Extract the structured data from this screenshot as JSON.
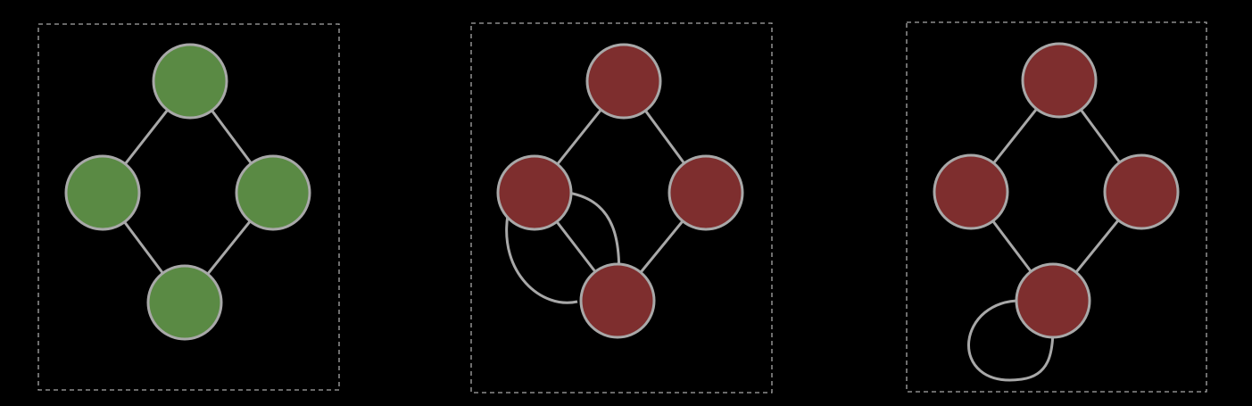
{
  "colors": {
    "background": "#000000",
    "panel_border": "#a8a8a8",
    "edge": "#a8a8a8",
    "node_stroke": "#a8a8a8",
    "valid_fill": "#5a8a44",
    "invalid_fill": "#7e2e2e"
  },
  "panels": [
    {
      "name": "panel-simple-graph",
      "status": "valid",
      "fill": "#5a8a44",
      "nodes": [
        "top",
        "left",
        "right",
        "bottom"
      ],
      "edges": [
        [
          "top",
          "left"
        ],
        [
          "top",
          "right"
        ],
        [
          "left",
          "bottom"
        ],
        [
          "right",
          "bottom"
        ]
      ],
      "extra": "none"
    },
    {
      "name": "panel-multi-edge",
      "status": "invalid",
      "fill": "#7e2e2e",
      "nodes": [
        "top",
        "left",
        "right",
        "bottom"
      ],
      "edges": [
        [
          "top",
          "left"
        ],
        [
          "top",
          "right"
        ],
        [
          "left",
          "bottom"
        ],
        [
          "right",
          "bottom"
        ],
        [
          "left",
          "bottom"
        ]
      ],
      "extra": "parallel-edge"
    },
    {
      "name": "panel-self-loop",
      "status": "invalid",
      "fill": "#7e2e2e",
      "nodes": [
        "top",
        "left",
        "right",
        "bottom"
      ],
      "edges": [
        [
          "top",
          "left"
        ],
        [
          "top",
          "right"
        ],
        [
          "left",
          "bottom"
        ],
        [
          "right",
          "bottom"
        ],
        [
          "bottom",
          "bottom"
        ]
      ],
      "extra": "self-loop"
    }
  ]
}
